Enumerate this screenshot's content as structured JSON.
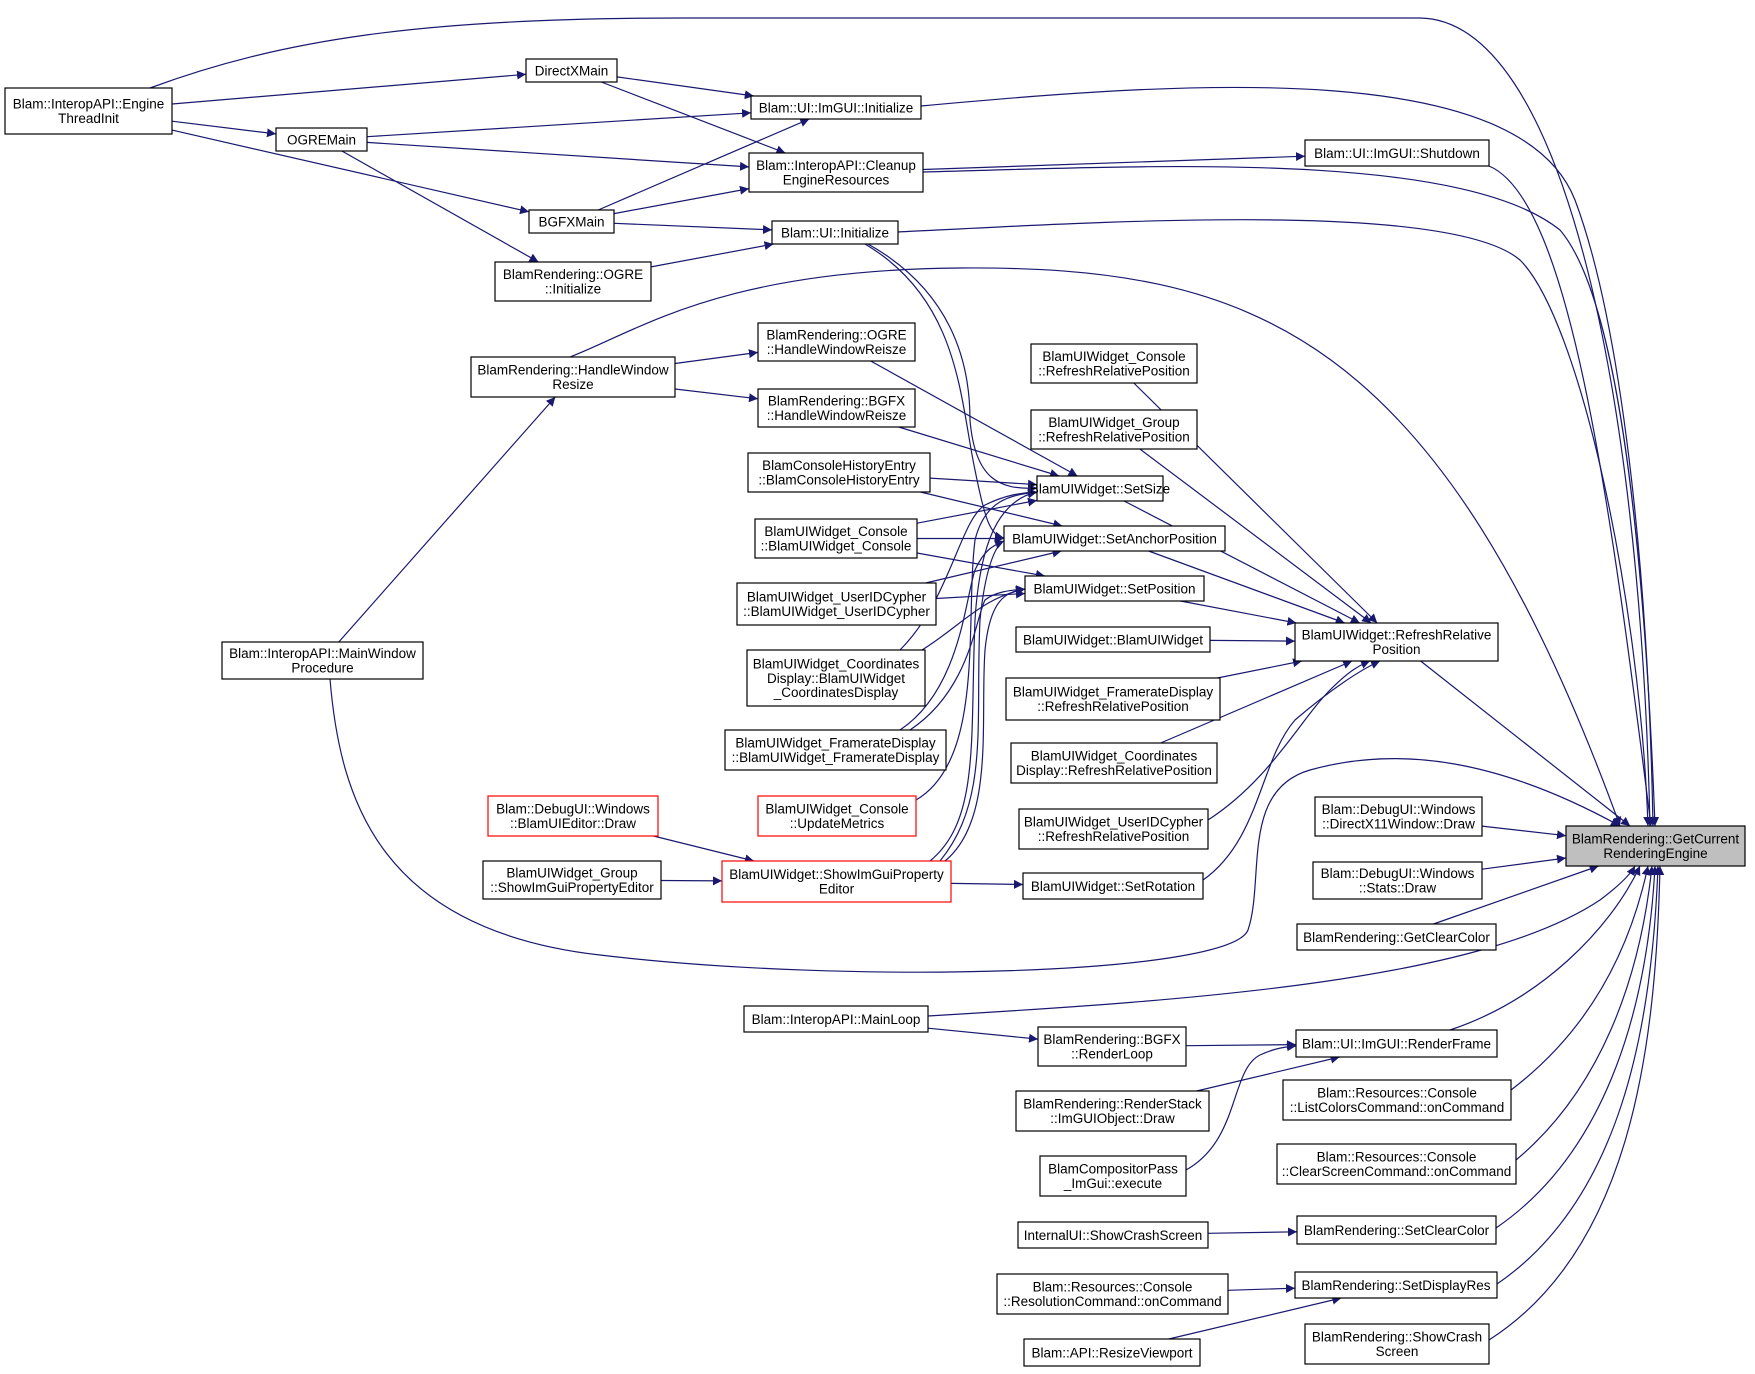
{
  "colors": {
    "edge": "#191970",
    "node_border": "#000000",
    "node_border_highlight": "#ff0000",
    "node_fill": "#ffffff",
    "focus_fill": "#bfbfbf"
  },
  "nodes": [
    {
      "id": "engine_threadinit",
      "lines": [
        "Blam::InteropAPI::Engine",
        "ThreadInit"
      ]
    },
    {
      "id": "directxmain",
      "lines": [
        "DirectXMain"
      ]
    },
    {
      "id": "ogremain",
      "lines": [
        "OGREMain"
      ]
    },
    {
      "id": "bgfxmain",
      "lines": [
        "BGFXMain"
      ]
    },
    {
      "id": "imgui_initialize",
      "lines": [
        "Blam::UI::ImGUI::Initialize"
      ]
    },
    {
      "id": "cleanup_engine",
      "lines": [
        "Blam::InteropAPI::Cleanup",
        "EngineResources"
      ]
    },
    {
      "id": "ui_initialize",
      "lines": [
        "Blam::UI::Initialize"
      ]
    },
    {
      "id": "ogre_initialize",
      "lines": [
        "BlamRendering::OGRE",
        "::Initialize"
      ]
    },
    {
      "id": "imgui_shutdown",
      "lines": [
        "Blam::UI::ImGUI::Shutdown"
      ]
    },
    {
      "id": "handlewindowresize",
      "lines": [
        "BlamRendering::HandleWindow",
        "Resize"
      ]
    },
    {
      "id": "ogre_handleresize",
      "lines": [
        "BlamRendering::OGRE",
        "::HandleWindowReisze"
      ]
    },
    {
      "id": "bgfx_handleresize",
      "lines": [
        "BlamRendering::BGFX",
        "::HandleWindowReisze"
      ]
    },
    {
      "id": "mainwindowprocedure",
      "lines": [
        "Blam::InteropAPI::MainWindow",
        "Procedure"
      ]
    },
    {
      "id": "console_refresh",
      "lines": [
        "BlamUIWidget_Console",
        "::RefreshRelativePosition"
      ]
    },
    {
      "id": "group_refresh",
      "lines": [
        "BlamUIWidget_Group",
        "::RefreshRelativePosition"
      ]
    },
    {
      "id": "historyentry",
      "lines": [
        "BlamConsoleHistoryEntry",
        "::BlamConsoleHistoryEntry"
      ]
    },
    {
      "id": "setsize",
      "lines": [
        "BlamUIWidget::SetSize"
      ]
    },
    {
      "id": "console_ctor",
      "lines": [
        "BlamUIWidget_Console",
        "::BlamUIWidget_Console"
      ]
    },
    {
      "id": "setanchorposition",
      "lines": [
        "BlamUIWidget::SetAnchorPosition"
      ]
    },
    {
      "id": "userid_ctor",
      "lines": [
        "BlamUIWidget_UserIDCypher",
        "::BlamUIWidget_UserIDCypher"
      ]
    },
    {
      "id": "setposition",
      "lines": [
        "BlamUIWidget::SetPosition"
      ]
    },
    {
      "id": "blamuiwidget_ctor",
      "lines": [
        "BlamUIWidget::BlamUIWidget"
      ]
    },
    {
      "id": "refreshrelative",
      "lines": [
        "BlamUIWidget::RefreshRelative",
        "Position"
      ]
    },
    {
      "id": "coords_ctor",
      "lines": [
        "BlamUIWidget_Coordinates",
        "Display::BlamUIWidget",
        "_CoordinatesDisplay"
      ]
    },
    {
      "id": "framerate_refresh",
      "lines": [
        "BlamUIWidget_FramerateDisplay",
        "::RefreshRelativePosition"
      ]
    },
    {
      "id": "framerate_ctor",
      "lines": [
        "BlamUIWidget_FramerateDisplay",
        "::BlamUIWidget_FramerateDisplay"
      ]
    },
    {
      "id": "coords_refresh",
      "lines": [
        "BlamUIWidget_Coordinates",
        "Display::RefreshRelativePosition"
      ]
    },
    {
      "id": "uieditor_draw",
      "lines": [
        "Blam::DebugUI::Windows",
        "::BlamUIEditor::Draw"
      ]
    },
    {
      "id": "console_updatemetrics",
      "lines": [
        "BlamUIWidget_Console",
        "::UpdateMetrics"
      ]
    },
    {
      "id": "userid_refresh",
      "lines": [
        "BlamUIWidget_UserIDCypher",
        "::RefreshRelativePosition"
      ]
    },
    {
      "id": "directx11_draw",
      "lines": [
        "Blam::DebugUI::Windows",
        "::DirectX11Window::Draw"
      ]
    },
    {
      "id": "getcurrentrenderingengine",
      "lines": [
        "BlamRendering::GetCurrent",
        "RenderingEngine"
      ]
    },
    {
      "id": "group_showimgui",
      "lines": [
        "BlamUIWidget_Group",
        "::ShowImGuiPropertyEditor"
      ]
    },
    {
      "id": "showimguiproperty",
      "lines": [
        "BlamUIWidget::ShowImGuiProperty",
        "Editor"
      ]
    },
    {
      "id": "setrotation",
      "lines": [
        "BlamUIWidget::SetRotation"
      ]
    },
    {
      "id": "stats_draw",
      "lines": [
        "Blam::DebugUI::Windows",
        "::Stats::Draw"
      ]
    },
    {
      "id": "getclearcolor",
      "lines": [
        "BlamRendering::GetClearColor"
      ]
    },
    {
      "id": "mainloop",
      "lines": [
        "Blam::InteropAPI::MainLoop"
      ]
    },
    {
      "id": "bgfx_renderloop",
      "lines": [
        "BlamRendering::BGFX",
        "::RenderLoop"
      ]
    },
    {
      "id": "imgui_renderframe",
      "lines": [
        "Blam::UI::ImGUI::RenderFrame"
      ]
    },
    {
      "id": "renderstack_draw",
      "lines": [
        "BlamRendering::RenderStack",
        "::ImGUIObject::Draw"
      ]
    },
    {
      "id": "listcolors",
      "lines": [
        "Blam::Resources::Console",
        "::ListColorsCommand::onCommand"
      ]
    },
    {
      "id": "compositor_execute",
      "lines": [
        "BlamCompositorPass",
        "_ImGui::execute"
      ]
    },
    {
      "id": "clearscreen",
      "lines": [
        "Blam::Resources::Console",
        "::ClearScreenCommand::onCommand"
      ]
    },
    {
      "id": "showcrashscreen_internal",
      "lines": [
        "InternalUI::ShowCrashScreen"
      ]
    },
    {
      "id": "setclearcolor",
      "lines": [
        "BlamRendering::SetClearColor"
      ]
    },
    {
      "id": "resolutioncommand",
      "lines": [
        "Blam::Resources::Console",
        "::ResolutionCommand::onCommand"
      ]
    },
    {
      "id": "setdisplayres",
      "lines": [
        "BlamRendering::SetDisplayRes"
      ]
    },
    {
      "id": "resizeviewport",
      "lines": [
        "Blam::API::ResizeViewport"
      ]
    },
    {
      "id": "showcrashscreen",
      "lines": [
        "BlamRendering::ShowCrash",
        "Screen"
      ]
    }
  ],
  "edges": [
    [
      "engine_threadinit",
      "getcurrentrenderingengine"
    ],
    [
      "engine_threadinit",
      "directxmain"
    ],
    [
      "engine_threadinit",
      "ogremain"
    ],
    [
      "engine_threadinit",
      "bgfxmain"
    ],
    [
      "directxmain",
      "imgui_initialize"
    ],
    [
      "directxmain",
      "cleanup_engine"
    ],
    [
      "ogremain",
      "imgui_initialize"
    ],
    [
      "ogremain",
      "cleanup_engine"
    ],
    [
      "ogremain",
      "ogre_initialize"
    ],
    [
      "bgfxmain",
      "imgui_initialize"
    ],
    [
      "bgfxmain",
      "cleanup_engine"
    ],
    [
      "bgfxmain",
      "ui_initialize"
    ],
    [
      "ogre_initialize",
      "ui_initialize"
    ],
    [
      "imgui_initialize",
      "getcurrentrenderingengine"
    ],
    [
      "cleanup_engine",
      "imgui_shutdown"
    ],
    [
      "cleanup_engine",
      "getcurrentrenderingengine"
    ],
    [
      "imgui_shutdown",
      "getcurrentrenderingengine"
    ],
    [
      "ui_initialize",
      "getcurrentrenderingengine"
    ],
    [
      "ui_initialize",
      "setsize"
    ],
    [
      "ui_initialize",
      "setanchorposition"
    ],
    [
      "mainwindowprocedure",
      "handlewindowresize"
    ],
    [
      "mainwindowprocedure",
      "setrotation"
    ],
    [
      "handlewindowresize",
      "getcurrentrenderingengine"
    ],
    [
      "handlewindowresize",
      "ogre_handleresize"
    ],
    [
      "handlewindowresize",
      "bgfx_handleresize"
    ],
    [
      "ogre_handleresize",
      "setsize"
    ],
    [
      "bgfx_handleresize",
      "setsize"
    ],
    [
      "historyentry",
      "setsize"
    ],
    [
      "historyentry",
      "setanchorposition"
    ],
    [
      "console_ctor",
      "setsize"
    ],
    [
      "console_ctor",
      "setanchorposition"
    ],
    [
      "console_ctor",
      "setposition"
    ],
    [
      "userid_ctor",
      "setanchorposition"
    ],
    [
      "userid_ctor",
      "setposition"
    ],
    [
      "coords_ctor",
      "setsize"
    ],
    [
      "coords_ctor",
      "setposition"
    ],
    [
      "framerate_ctor",
      "setanchorposition"
    ],
    [
      "framerate_ctor",
      "setposition"
    ],
    [
      "console_updatemetrics",
      "setsize"
    ],
    [
      "showimguiproperty",
      "setsize"
    ],
    [
      "showimguiproperty",
      "setanchorposition"
    ],
    [
      "showimguiproperty",
      "setposition"
    ],
    [
      "showimguiproperty",
      "setrotation"
    ],
    [
      "uieditor_draw",
      "showimguiproperty"
    ],
    [
      "group_showimgui",
      "showimguiproperty"
    ],
    [
      "setsize",
      "refreshrelative"
    ],
    [
      "setanchorposition",
      "refreshrelative"
    ],
    [
      "setposition",
      "refreshrelative"
    ],
    [
      "blamuiwidget_ctor",
      "refreshrelative"
    ],
    [
      "setrotation",
      "refreshrelative"
    ],
    [
      "console_refresh",
      "refreshrelative"
    ],
    [
      "group_refresh",
      "refreshrelative"
    ],
    [
      "framerate_refresh",
      "refreshrelative"
    ],
    [
      "coords_refresh",
      "refreshrelative"
    ],
    [
      "userid_refresh",
      "refreshrelative"
    ],
    [
      "refreshrelative",
      "getcurrentrenderingengine"
    ],
    [
      "directx11_draw",
      "getcurrentrenderingengine"
    ],
    [
      "stats_draw",
      "getcurrentrenderingengine"
    ],
    [
      "getclearcolor",
      "getcurrentrenderingengine"
    ],
    [
      "mainloop",
      "getcurrentrenderingengine"
    ],
    [
      "mainloop",
      "bgfx_renderloop"
    ],
    [
      "bgfx_renderloop",
      "imgui_renderframe"
    ],
    [
      "renderstack_draw",
      "imgui_renderframe"
    ],
    [
      "compositor_execute",
      "imgui_renderframe"
    ],
    [
      "imgui_renderframe",
      "getcurrentrenderingengine"
    ],
    [
      "listcolors",
      "getcurrentrenderingengine"
    ],
    [
      "clearscreen",
      "getcurrentrenderingengine"
    ],
    [
      "showcrashscreen_internal",
      "setclearcolor"
    ],
    [
      "setclearcolor",
      "getcurrentrenderingengine"
    ],
    [
      "resolutioncommand",
      "setdisplayres"
    ],
    [
      "resizeviewport",
      "setdisplayres"
    ],
    [
      "setdisplayres",
      "getcurrentrenderingengine"
    ],
    [
      "showcrashscreen",
      "getcurrentrenderingengine"
    ]
  ]
}
